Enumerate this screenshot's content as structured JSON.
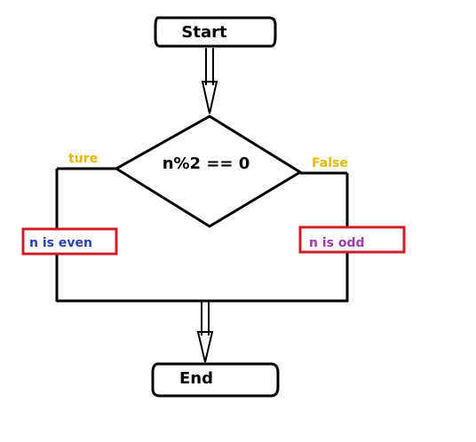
{
  "diagram": {
    "start_label": "Start",
    "end_label": "End",
    "condition": "n%2 == 0",
    "true_branch_label": "ture",
    "false_branch_label": "False",
    "true_box_text": "n is even",
    "false_box_text": "n is odd"
  },
  "colors": {
    "line": "#000000",
    "true_label": "#e6b800",
    "false_label": "#e6b800",
    "even_text": "#2b3fb0",
    "odd_text": "#9b3fa6",
    "box_border": "#cc1f2a"
  }
}
